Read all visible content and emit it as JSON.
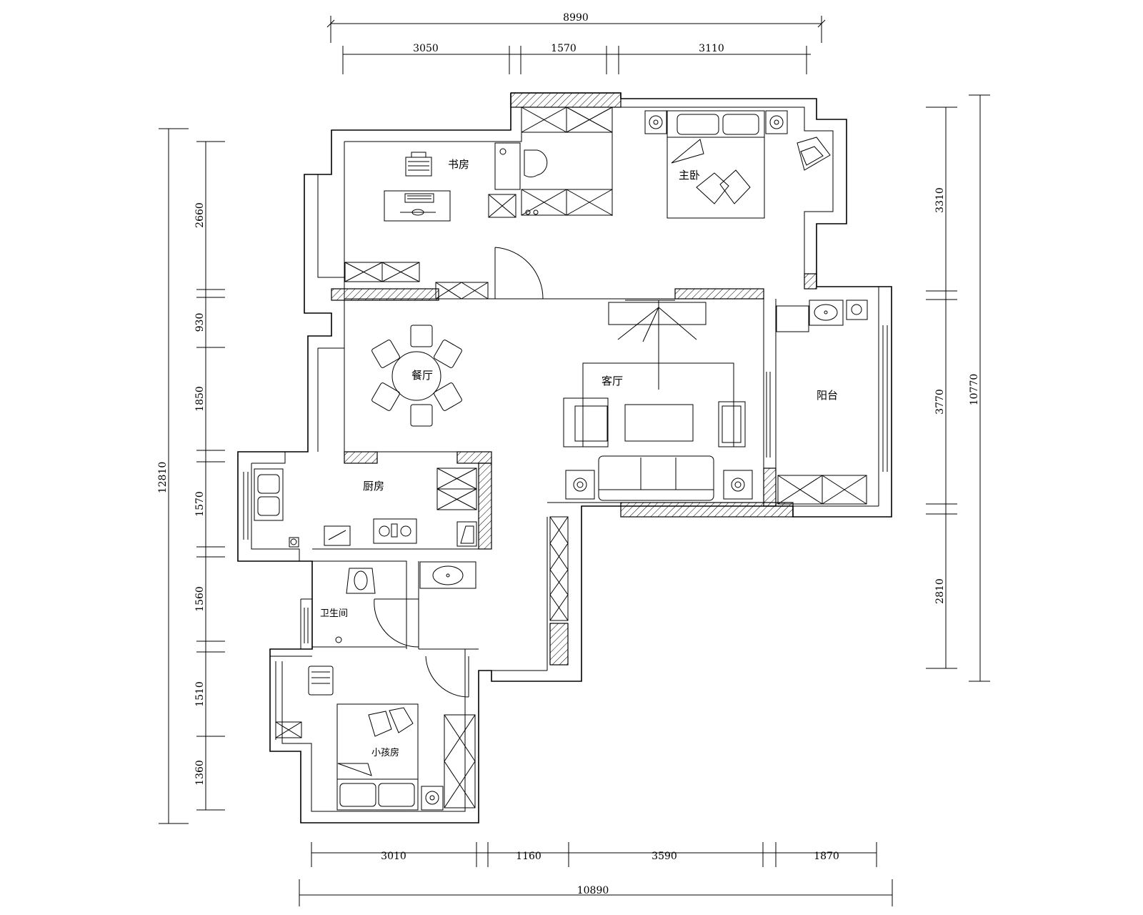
{
  "rooms": {
    "study": "书房",
    "master_bedroom": "主卧",
    "dining": "餐厅",
    "living": "客厅",
    "balcony": "阳台",
    "kitchen": "厨房",
    "bathroom": "卫生间",
    "kids_room": "小孩房"
  },
  "dimensions": {
    "top_total": "8990",
    "top_segments": [
      "3050",
      "1570",
      "3110"
    ],
    "bottom_total": "10890",
    "bottom_segments": [
      "3010",
      "1160",
      "3590",
      "1870"
    ],
    "left_total": "12810",
    "left_segments": [
      "2660",
      "930",
      "1850",
      "1570",
      "1560",
      "1510",
      "1360"
    ],
    "right_total": "10770",
    "right_segments": [
      "3310",
      "3770",
      "2810"
    ]
  }
}
